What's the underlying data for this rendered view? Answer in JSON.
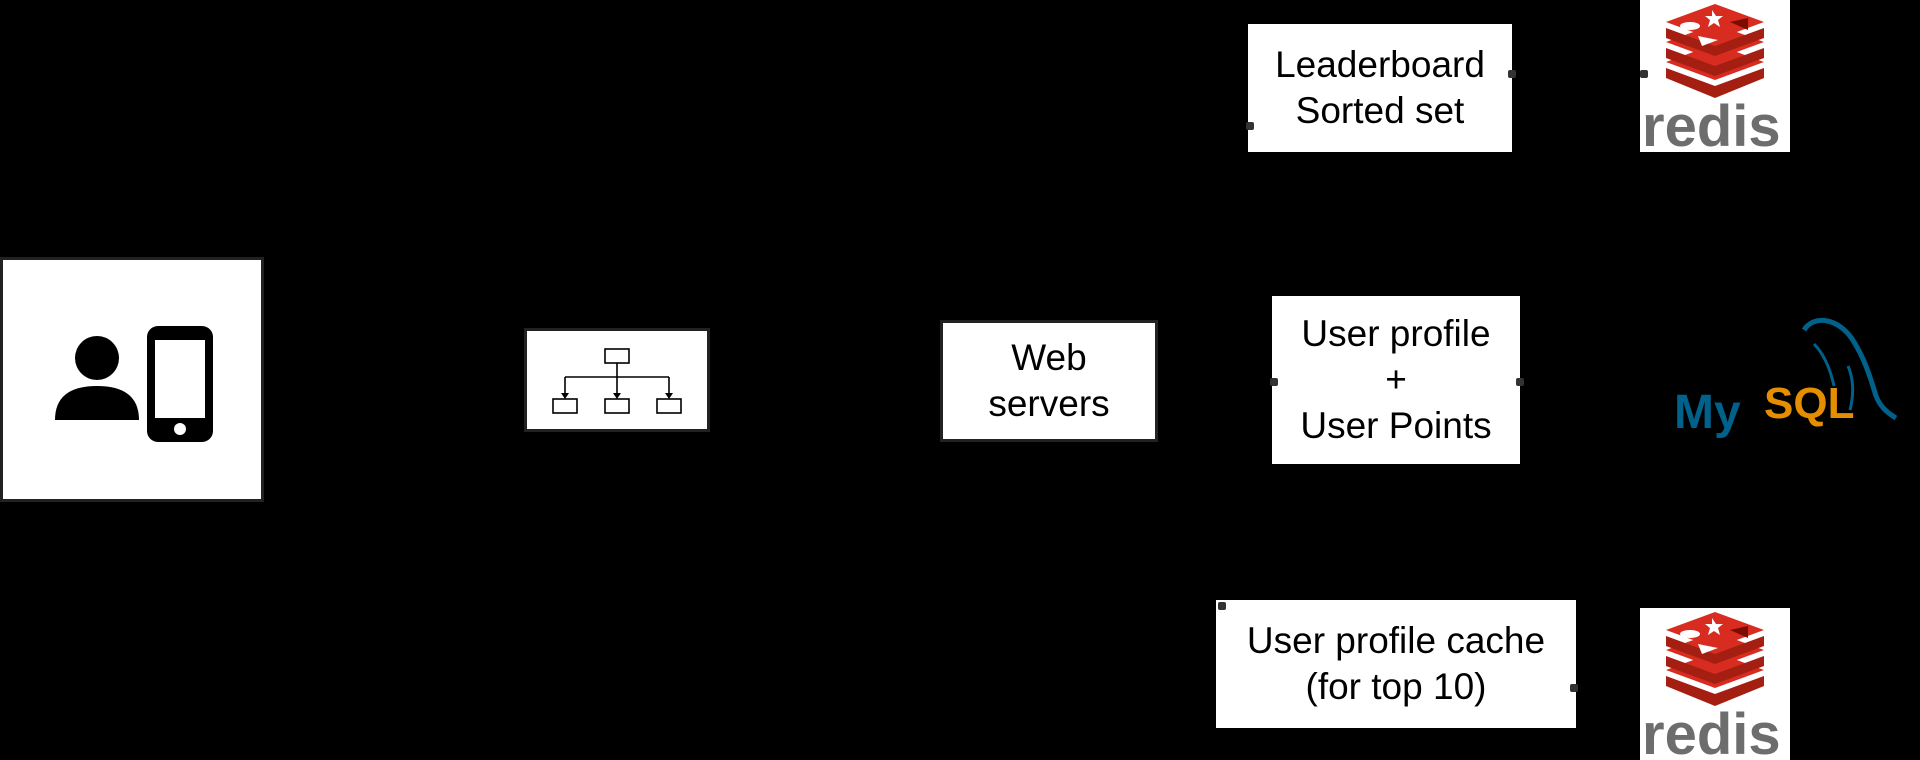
{
  "diagram": {
    "nodes": {
      "client": {
        "icon": "user-mobile-icon"
      },
      "load_balancer": {
        "icon": "hierarchy-icon"
      },
      "web_servers": {
        "lines": [
          "Web",
          "servers"
        ]
      },
      "leaderboard": {
        "lines": [
          "Leaderboard",
          "Sorted set"
        ]
      },
      "user_profile": {
        "lines": [
          "User profile",
          "+",
          "User Points"
        ]
      },
      "profile_cache": {
        "lines": [
          "User profile cache",
          "(for top 10)"
        ]
      }
    },
    "logos": {
      "redis_top": {
        "icon": "redis-logo-icon",
        "text": "redis"
      },
      "mysql": {
        "icon": "mysql-logo-icon",
        "text_my": "My",
        "text_sql": "SQL"
      },
      "redis_bottom": {
        "icon": "redis-logo-icon",
        "text": "redis"
      }
    },
    "colors": {
      "background": "#000000",
      "box": "#ffffff",
      "redis_red": "#d82c20",
      "redis_dark_red": "#a41e11",
      "redis_gray": "#6d6d6d",
      "mysql_blue": "#00618a",
      "mysql_orange": "#e48e00"
    }
  }
}
